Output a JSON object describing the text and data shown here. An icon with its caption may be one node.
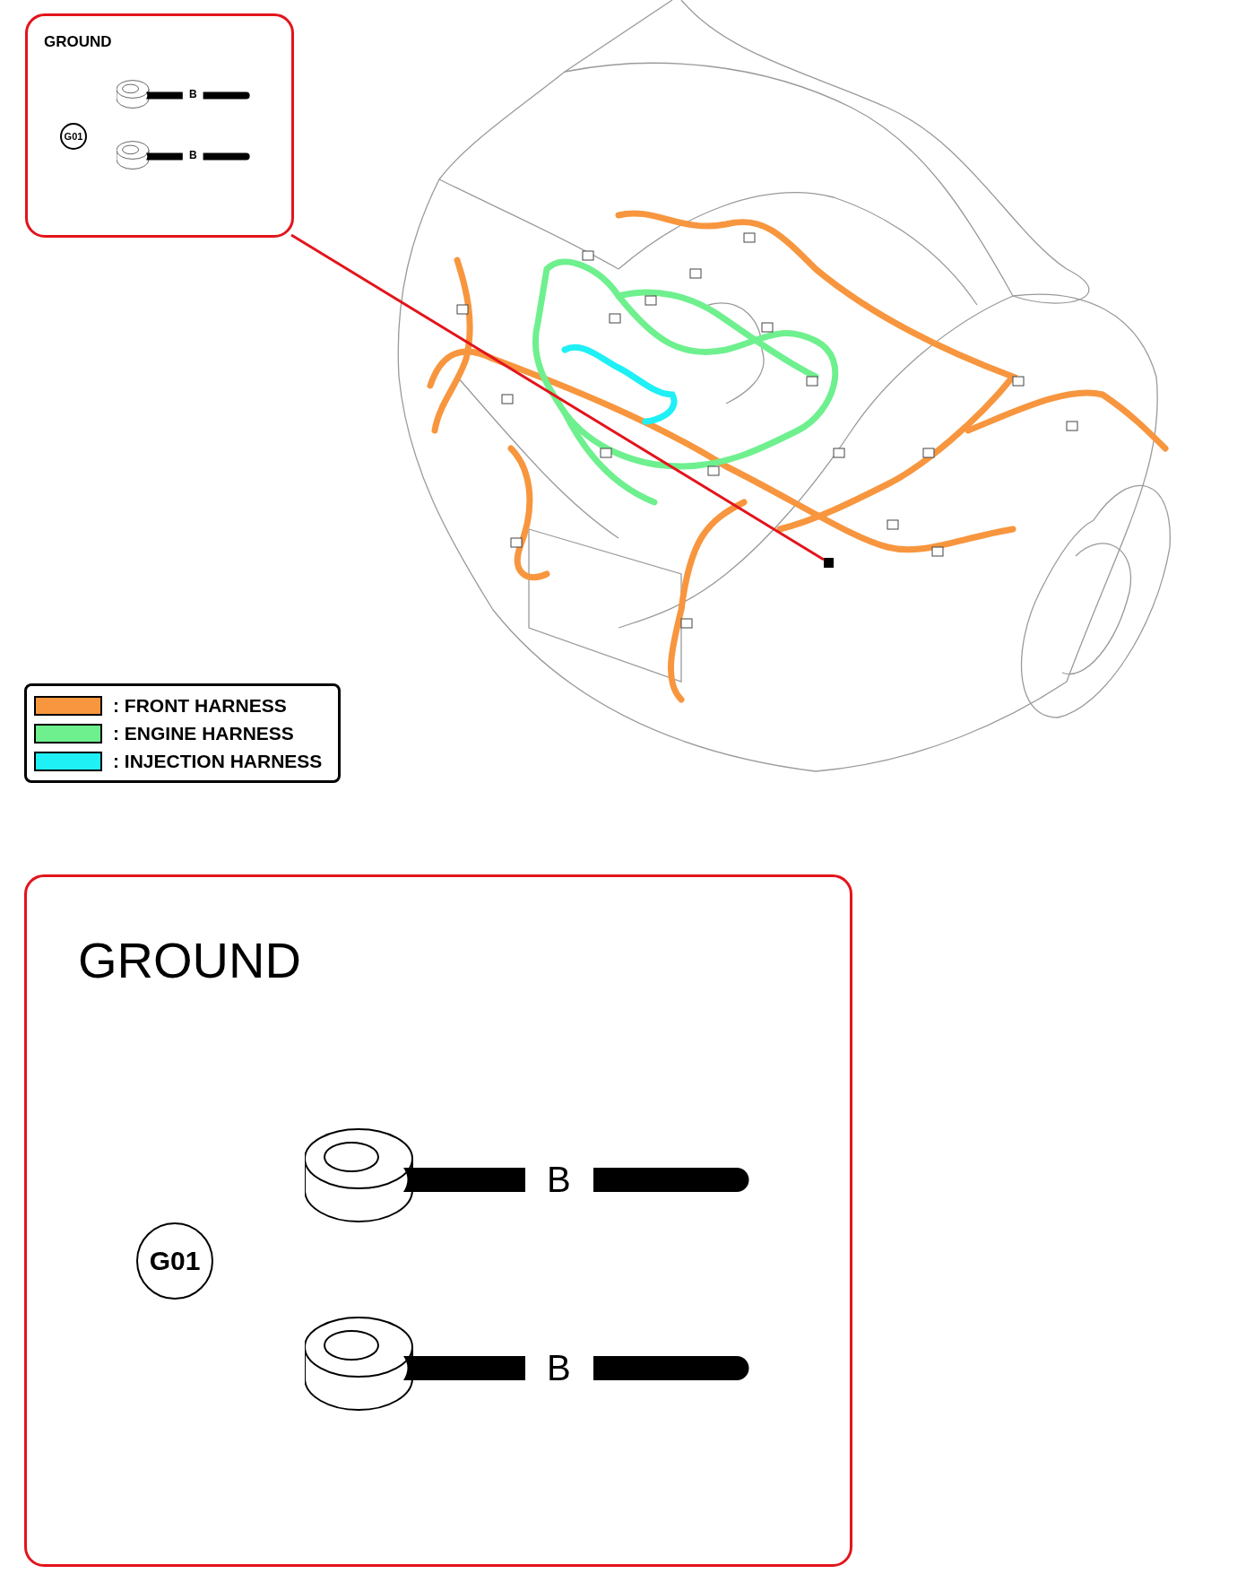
{
  "diagram": {
    "nodes": [
      {
        "text": [
          "GROUND"
        ]
      },
      {
        "text": [
          "G01"
        ],
        "in": 0
      },
      {
        "text": [],
        "shape": "box"
      },
      {
        "text": [
          "GROUND"
        ]
      },
      {
        "text": [
          "G01"
        ],
        "in": 3
      }
    ],
    "edges": [
      {
        "from": 0,
        "to": 2,
        "arrow": "none"
      }
    ],
    "labels": [
      "B",
      "B",
      "B",
      "B"
    ],
    "legend": [
      {
        "text": ": FRONT HARNESS",
        "color": "#f7963e"
      },
      {
        "text": ": ENGINE HARNESS",
        "color": "#6ef08e"
      },
      {
        "text": ": INJECTION HARNESS",
        "color": "#1ef0f5"
      }
    ]
  }
}
